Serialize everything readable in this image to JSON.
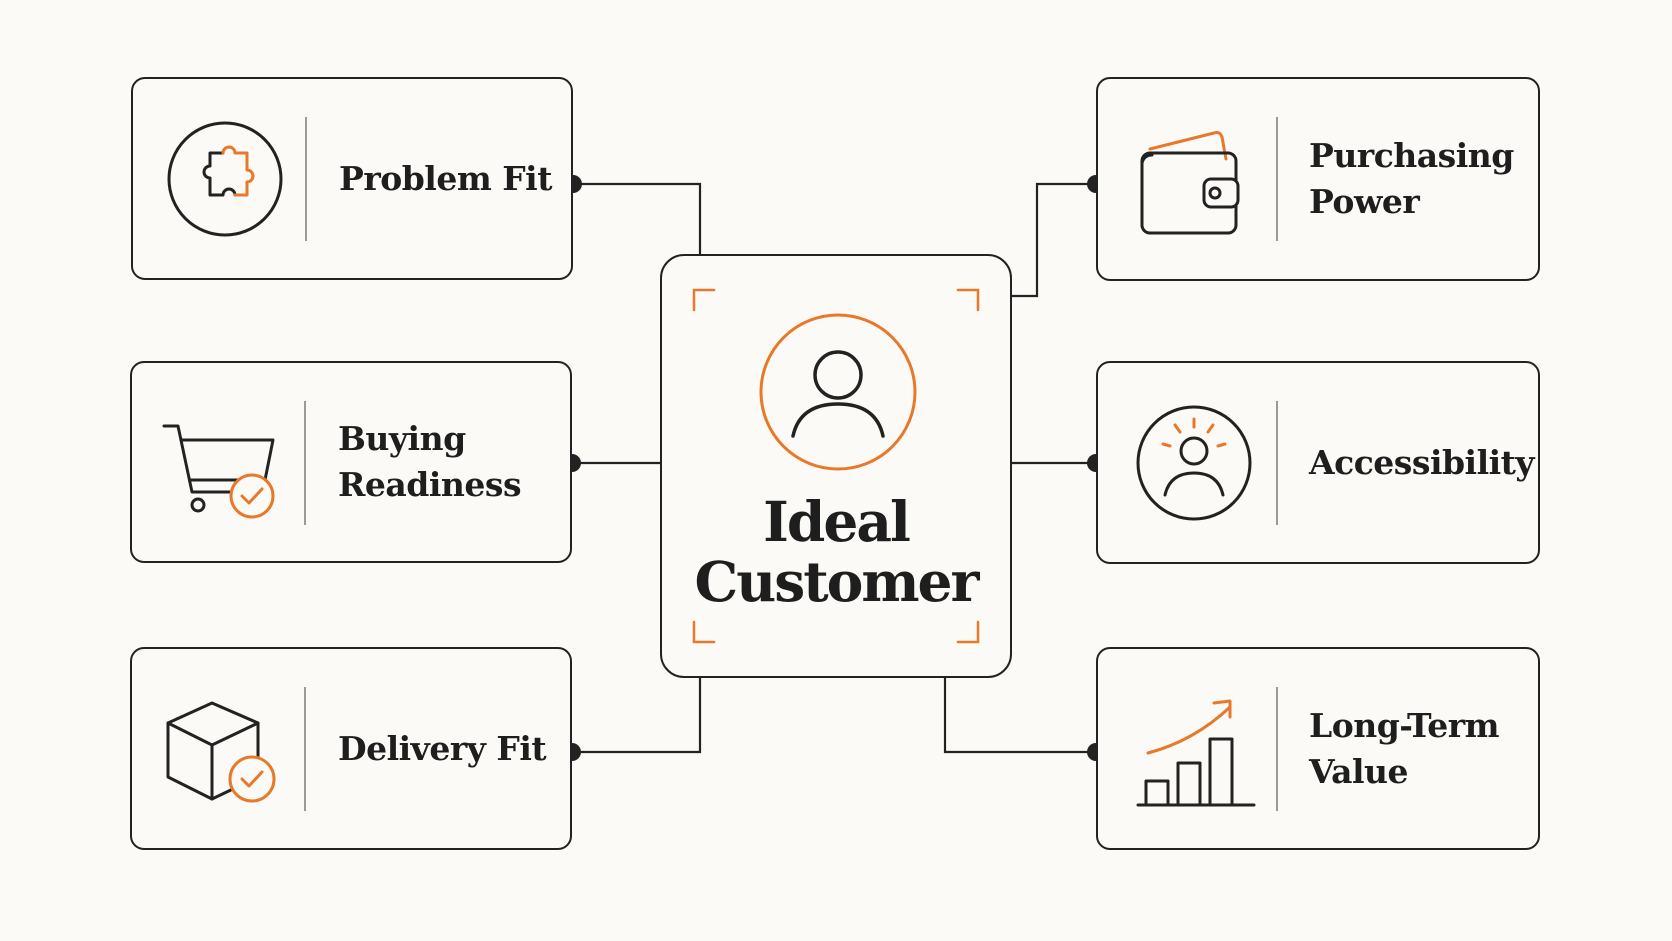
{
  "center": {
    "title_line1": "Ideal",
    "title_line2": "Customer",
    "icon": "user-circle-icon"
  },
  "cards": {
    "problem_fit": {
      "line1": "Problem Fit",
      "icon": "puzzle-icon"
    },
    "buying_readiness": {
      "line1": "Buying",
      "line2": "Readiness",
      "icon": "cart-check-icon"
    },
    "delivery_fit": {
      "line1": "Delivery Fit",
      "icon": "box-check-icon"
    },
    "purchasing_power": {
      "line1": "Purchasing",
      "line2": "Power",
      "icon": "wallet-icon"
    },
    "accessibility": {
      "line1": "Accessibility",
      "icon": "user-highlight-icon"
    },
    "long_term_value": {
      "line1": "Long-Term",
      "line2": "Value",
      "icon": "growth-chart-icon"
    }
  },
  "colors": {
    "accent": "#e8782a",
    "stroke": "#222222",
    "background": "#fbfaf7"
  }
}
